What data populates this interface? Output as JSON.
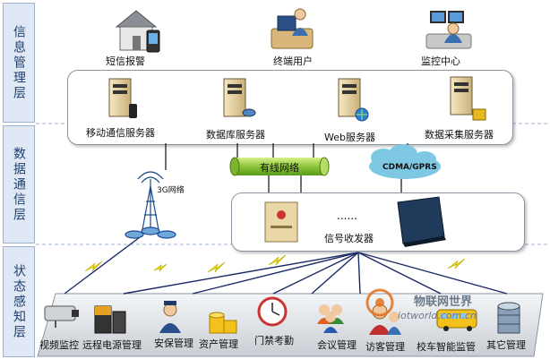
{
  "layers": [
    "信息管理层",
    "数据通信层",
    "状态感知层"
  ],
  "top": {
    "sms": "短信报警",
    "terminal": "终端用户",
    "monitor": "监控中心"
  },
  "servers": [
    "移动通信服务器",
    "数据库服务器",
    "Web服务器",
    "数据采集服务器"
  ],
  "comm": {
    "wired": "有线网络",
    "cdma": "CDMA/GPRS",
    "g3": "3G网络",
    "dots": "......",
    "transceiver": "信号收发器"
  },
  "sensing": [
    "视频监控",
    "远程电源管理",
    "安保管理",
    "资产管理",
    "门禁考勤",
    "会议管理",
    "访客管理",
    "校车智能监管",
    "其它管理"
  ],
  "watermark": {
    "text": "物联网世界",
    "url": "iotworld.com.cn"
  }
}
